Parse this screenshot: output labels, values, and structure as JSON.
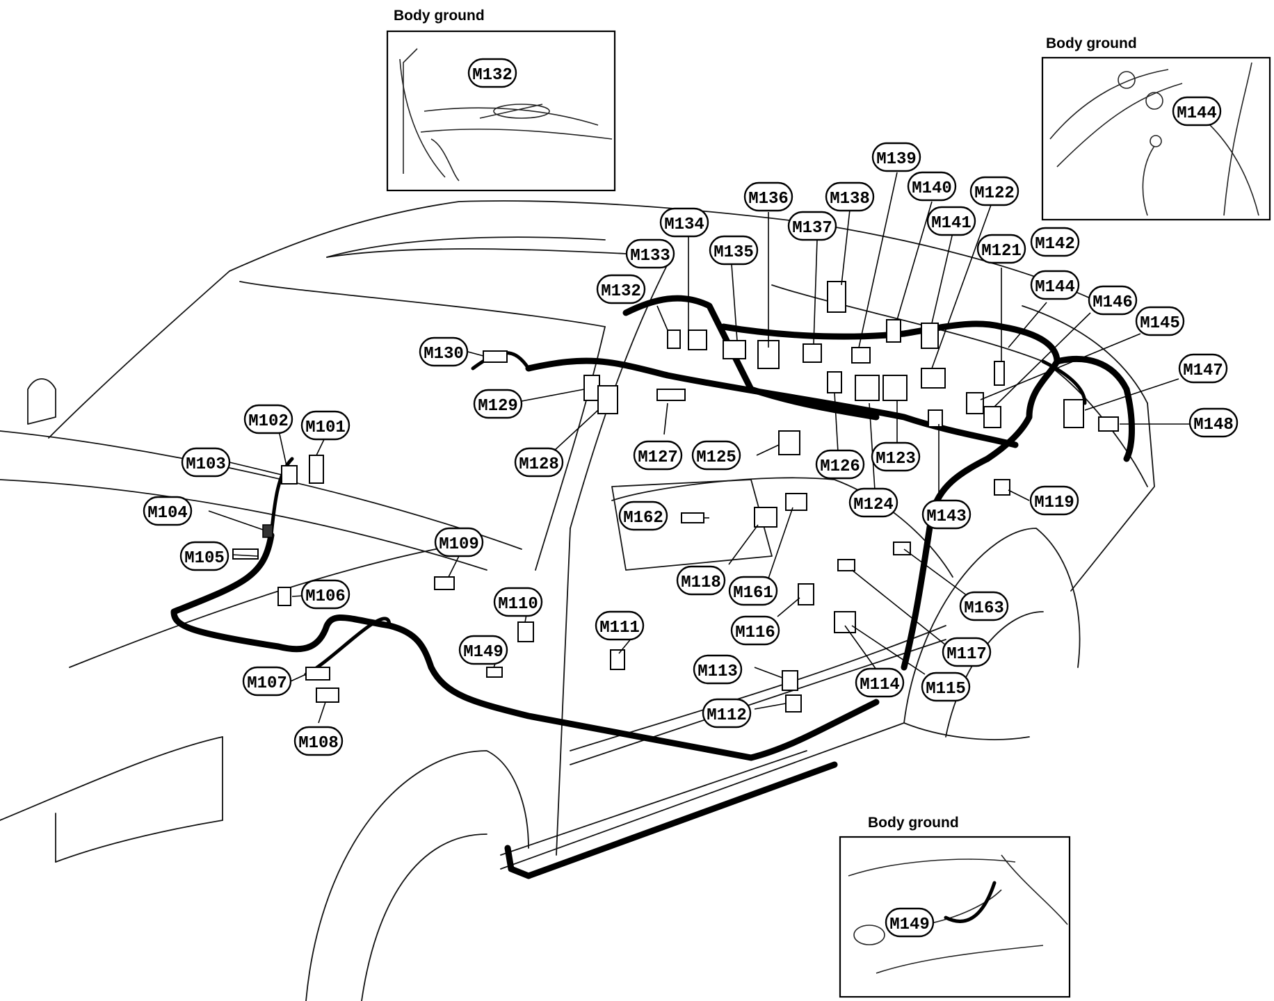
{
  "insets": [
    {
      "id": "inset-top",
      "title": "Body ground",
      "callout": "M132"
    },
    {
      "id": "inset-right",
      "title": "Body ground",
      "callout": "M144"
    },
    {
      "id": "inset-bottom",
      "title": "Body ground",
      "callout": "M149"
    }
  ],
  "callouts": {
    "M101": "M101",
    "M102": "M102",
    "M103": "M103",
    "M104": "M104",
    "M105": "M105",
    "M106": "M106",
    "M107": "M107",
    "M108": "M108",
    "M109": "M109",
    "M110": "M110",
    "M111": "M111",
    "M112": "M112",
    "M113": "M113",
    "M114": "M114",
    "M115": "M115",
    "M116": "M116",
    "M117": "M117",
    "M118": "M118",
    "M119": "M119",
    "M121": "M121",
    "M122": "M122",
    "M123": "M123",
    "M124": "M124",
    "M125": "M125",
    "M126": "M126",
    "M127": "M127",
    "M128": "M128",
    "M129": "M129",
    "M130": "M130",
    "M132": "M132",
    "M133": "M133",
    "M134": "M134",
    "M135": "M135",
    "M136": "M136",
    "M137": "M137",
    "M138": "M138",
    "M139": "M139",
    "M140": "M140",
    "M141": "M141",
    "M142": "M142",
    "M143": "M143",
    "M144": "M144",
    "M145": "M145",
    "M146": "M146",
    "M147": "M147",
    "M148": "M148",
    "M149": "M149",
    "M161": "M161",
    "M162": "M162",
    "M163": "M163"
  }
}
